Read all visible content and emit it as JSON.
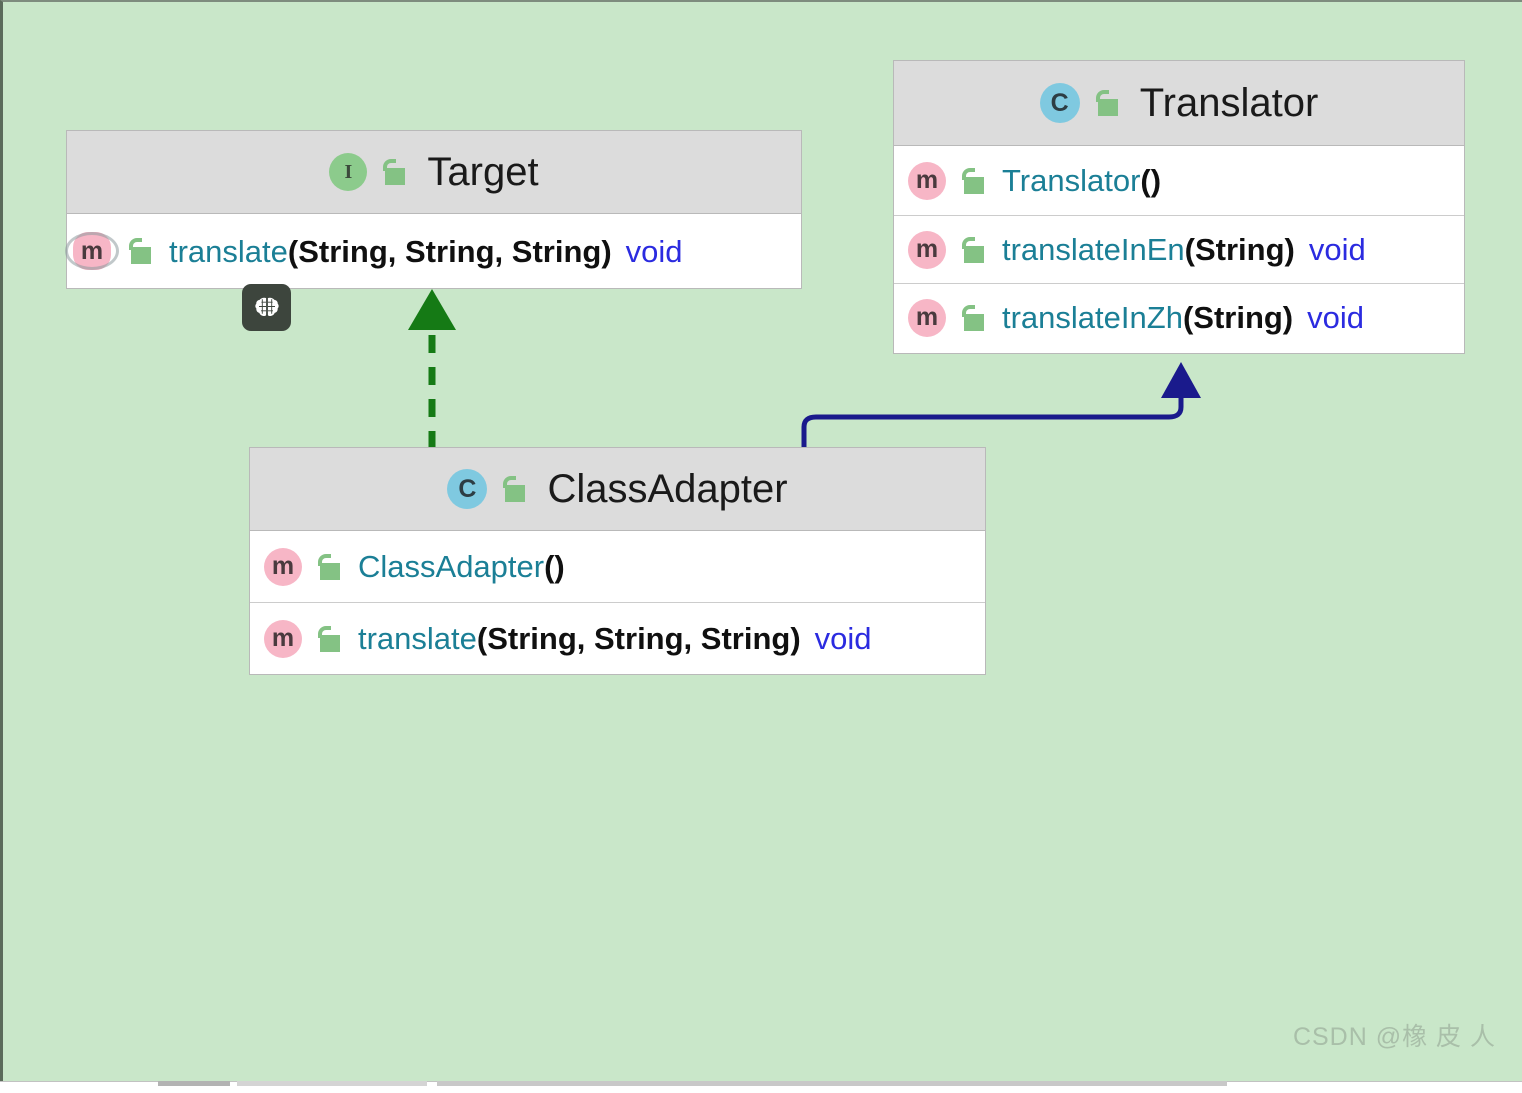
{
  "diagram": {
    "type": "uml-class-diagram",
    "background_color": "#c9e7c9",
    "watermark": "CSDN @橡 皮 人",
    "classes": [
      {
        "id": "target",
        "name": "Target",
        "stereotype": "interface",
        "stereotype_icon": "I",
        "visibility_icon": "open-padlock",
        "members": [
          {
            "kind": "method",
            "kind_icon": "m",
            "visibility_icon": "open-padlock",
            "abstract": true,
            "name": "translate",
            "signature": "(String, String, String)",
            "return_type": "void"
          }
        ]
      },
      {
        "id": "translator",
        "name": "Translator",
        "stereotype": "class",
        "stereotype_icon": "c",
        "visibility_icon": "open-padlock",
        "members": [
          {
            "kind": "method",
            "kind_icon": "m",
            "visibility_icon": "open-padlock",
            "abstract": false,
            "name": "Translator",
            "signature": "()",
            "return_type": ""
          },
          {
            "kind": "method",
            "kind_icon": "m",
            "visibility_icon": "open-padlock",
            "abstract": false,
            "name": "translateInEn",
            "signature": "(String)",
            "return_type": "void"
          },
          {
            "kind": "method",
            "kind_icon": "m",
            "visibility_icon": "open-padlock",
            "abstract": false,
            "name": "translateInZh",
            "signature": "(String)",
            "return_type": "void"
          }
        ]
      },
      {
        "id": "classadapter",
        "name": "ClassAdapter",
        "stereotype": "class",
        "stereotype_icon": "c",
        "visibility_icon": "open-padlock",
        "members": [
          {
            "kind": "method",
            "kind_icon": "m",
            "visibility_icon": "open-padlock",
            "abstract": false,
            "name": "ClassAdapter",
            "signature": "()",
            "return_type": ""
          },
          {
            "kind": "method",
            "kind_icon": "m",
            "visibility_icon": "open-padlock",
            "abstract": false,
            "name": "translate",
            "signature": "(String, String, String)",
            "return_type": "void"
          }
        ]
      }
    ],
    "relationships": [
      {
        "id": "realization",
        "from": "ClassAdapter",
        "to": "Target",
        "kind": "realization",
        "line_style": "dashed",
        "arrow": "filled-triangle",
        "color": "#157a15"
      },
      {
        "id": "generalization",
        "from": "ClassAdapter",
        "to": "Translator",
        "kind": "generalization",
        "line_style": "solid",
        "arrow": "filled-triangle",
        "color": "#1a1a8c"
      }
    ],
    "badges": [
      {
        "id": "ai-assistant",
        "icon": "brain-icon",
        "background_color": "#3d453d"
      }
    ]
  },
  "colors": {
    "header_fill": "#dcdcdc",
    "body_fill": "#ffffff",
    "border": "#b9b9b9",
    "method_name": "#1b7f96",
    "signature": "#101010",
    "return_type": "#2b2be0",
    "interface_icon": "#8ccb8c",
    "class_icon": "#7fc9e0",
    "method_icon": "#f7b6c6",
    "lock_icon": "#84c284"
  }
}
